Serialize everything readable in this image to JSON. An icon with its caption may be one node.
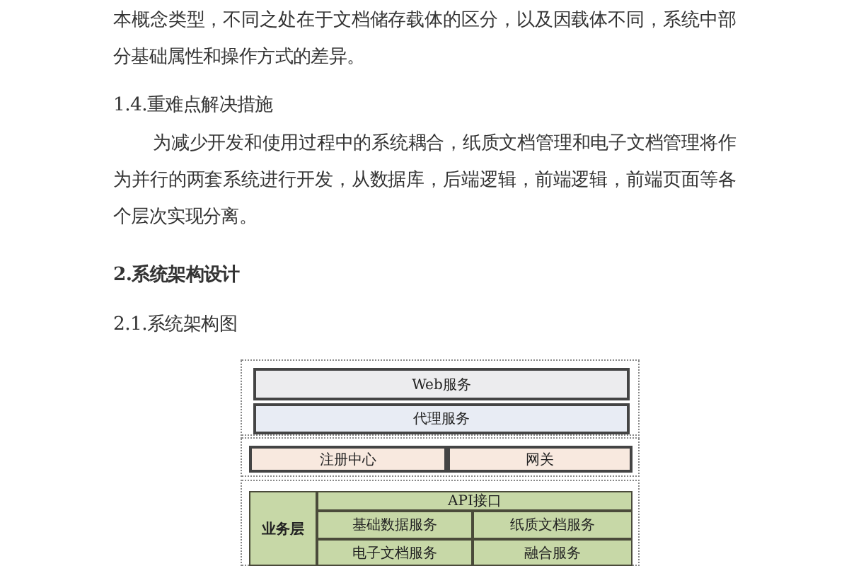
{
  "diagram": {
    "nodes": [
      {
        "text": [],
        "shape": "box"
      },
      {
        "text": [
          "Web服务"
        ],
        "in": 0
      },
      {
        "text": [
          "代理服务"
        ],
        "in": 0
      },
      {
        "text": [],
        "shape": "box"
      },
      {
        "text": [
          "注册中心"
        ],
        "in": 3
      },
      {
        "text": [
          "网关"
        ],
        "in": 3
      },
      {
        "text": [],
        "shape": "box"
      },
      {
        "text": [
          "业务层"
        ],
        "in": 6
      },
      {
        "text": [
          "API接口"
        ],
        "in": 6
      },
      {
        "text": [
          "基础数据服务"
        ],
        "in": 6
      },
      {
        "text": [
          "纸质文档服务"
        ],
        "in": 6
      },
      {
        "text": [
          "电子文档服务"
        ],
        "in": 6
      },
      {
        "text": [
          "融合服务"
        ],
        "in": 6
      }
    ],
    "edges": [],
    "labels": [
      "本概念类型，不同之处在于文档储存载体的区分，以及因载体不同，系统中部分基础属性和操作方式的差异。",
      "1.4.重难点解决措施",
      "为减少开发和使用过程中的系统耦合，纸质文档管理和电子文档管理将作为并行的两套系统进行开发，从数据库，后端逻辑，前端逻辑，前端页面等各个层次实现分离。",
      "2.系统架构设计",
      "2.1.系统架构图"
    ]
  }
}
